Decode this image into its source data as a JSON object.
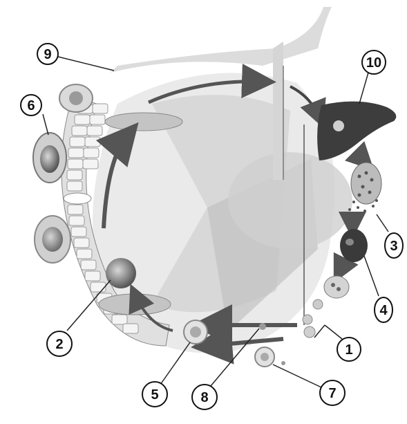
{
  "labels": [
    {
      "id": "label-1",
      "text": "1"
    },
    {
      "id": "label-2",
      "text": "2"
    },
    {
      "id": "label-3",
      "text": "3"
    },
    {
      "id": "label-4",
      "text": "4"
    },
    {
      "id": "label-5",
      "text": "5"
    },
    {
      "id": "label-6",
      "text": "6"
    },
    {
      "id": "label-7",
      "text": "7"
    },
    {
      "id": "label-8",
      "text": "8"
    },
    {
      "id": "label-9",
      "text": "9"
    },
    {
      "id": "label-10",
      "text": "10"
    }
  ],
  "colors": {
    "background": "#ffffff",
    "ink": "#111111",
    "arrow": "#555555",
    "liver": "#3d3d3d",
    "tissue": "#c8c8c8",
    "cell": "#9a9a9a"
  }
}
